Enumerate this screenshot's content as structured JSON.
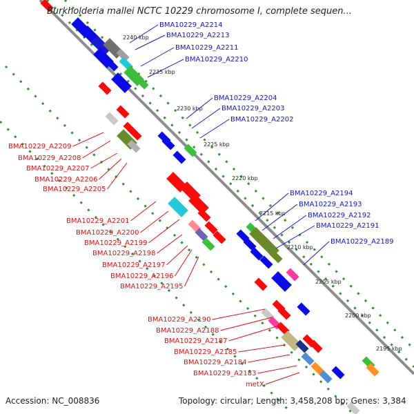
{
  "title": "Burkholderia mallei NCTC 10229 chromosome I, complete sequen...",
  "footer": {
    "accession": "Accession: NC_008836",
    "topology": "Topology: circular; Length: 3,458,208 bp; Genes: 3,384"
  },
  "colors": {
    "forward_label": "#1515cc",
    "reverse_label": "#e01010",
    "backbone": "#8c8c8c",
    "dots": "#2f8f2f"
  },
  "ticks": [
    "2240 kbp",
    "2235 kbp",
    "2230 kbp",
    "2225 kbp",
    "2220 kbp",
    "2215 kbp",
    "2210 kbp",
    "2205 kbp",
    "2200 kbp",
    "2195 kbp"
  ],
  "forward_genes": [
    "BMA10229_A2214",
    "BMA10229_A2213",
    "BMA10229_A2211",
    "BMA10229_A2210",
    "BMA10229_A2204",
    "BMA10229_A2203",
    "BMA10229_A2202",
    "BMA10229_A2194",
    "BMA10229_A2193",
    "BMA10229_A2192",
    "BMA10229_A2191",
    "BMA10229_A2189"
  ],
  "reverse_genes": [
    "BMA10229_A2209",
    "BMA10229_A2208",
    "BMA10229_A2207",
    "BMA10229_A2206",
    "BMA10229_A2205",
    "BMA10229_A2201",
    "BMA10229_A2200",
    "BMA10229_A2199",
    "BMA10229_A2198",
    "BMA10229_A2197",
    "BMA10229_A2196",
    "BMA10229_A2195",
    "BMA10229_A2190",
    "BMA10229_A2188",
    "BMA10229_A2187",
    "BMA10229_A2185",
    "BMA10229_A2184",
    "BMA10229_A2183",
    "metX"
  ]
}
